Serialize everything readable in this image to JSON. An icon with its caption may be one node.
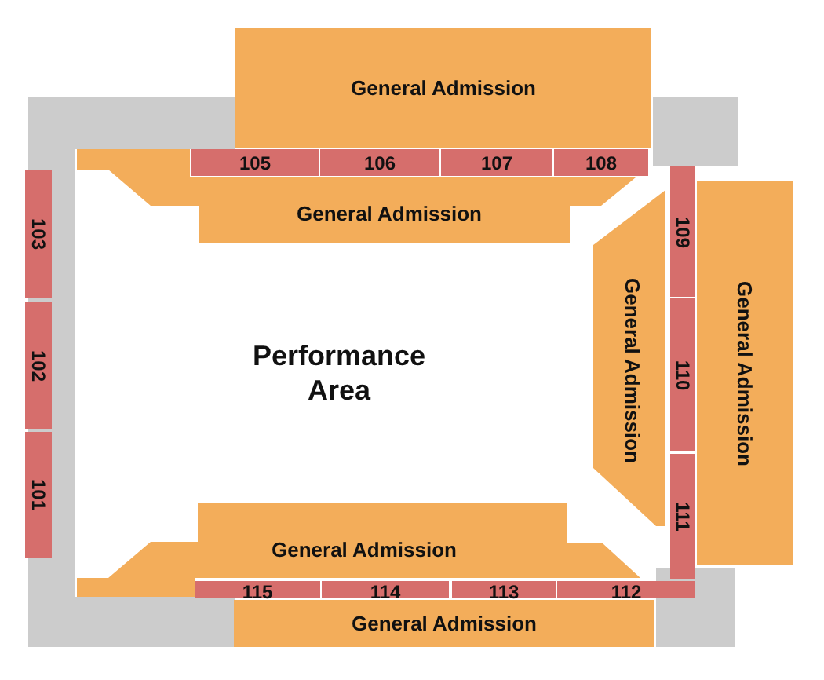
{
  "diagram": {
    "nodes": [
      {
        "text": [
          "General Admission"
        ]
      },
      {
        "text": [
          "105"
        ]
      },
      {
        "text": [
          "106"
        ]
      },
      {
        "text": [
          "107"
        ]
      },
      {
        "text": [
          "108"
        ]
      },
      {
        "text": [
          "General Admission"
        ]
      },
      {
        "text": [
          "103"
        ]
      },
      {
        "text": [
          "109"
        ]
      },
      {
        "text": [
          "General Admission"
        ]
      },
      {
        "text": [
          "General Admission"
        ]
      },
      {
        "text": [
          "102"
        ]
      },
      {
        "text": [
          "110"
        ]
      },
      {
        "text": [
          "101"
        ]
      },
      {
        "text": [
          "111"
        ]
      },
      {
        "text": [
          "General Admission"
        ]
      },
      {
        "text": [
          "115"
        ]
      },
      {
        "text": [
          "114"
        ]
      },
      {
        "text": [
          "113"
        ]
      },
      {
        "text": [
          "112"
        ]
      },
      {
        "text": [
          "General Admission"
        ]
      }
    ],
    "labels": [
      "Performance Area"
    ]
  }
}
